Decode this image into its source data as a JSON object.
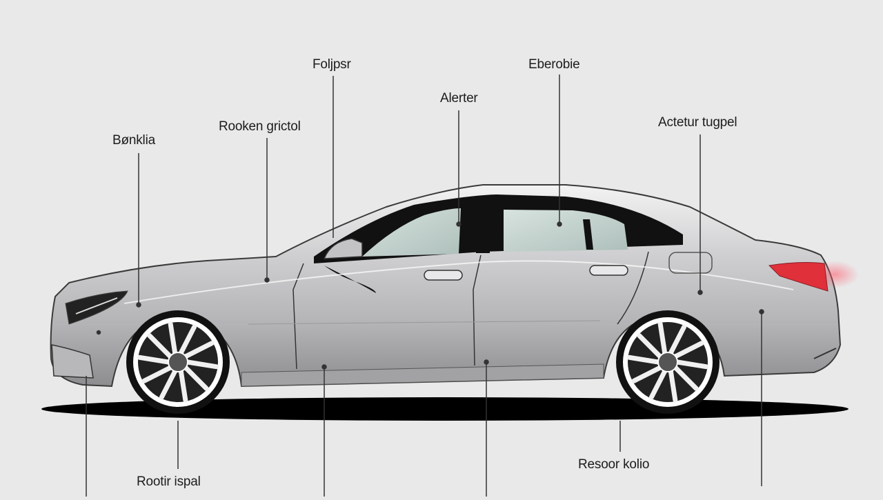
{
  "labels": {
    "foljpsr": "Foljpsr",
    "eberobie": "Eberobie",
    "alerter": "Alerter",
    "rooken_grictol": "Rooken grictol",
    "bonklia": "Bønklia",
    "actetur_tugpel": "Actetur tugpel",
    "rootir_ispal": "Rootir ispal",
    "resoor_kolio": "Resoor kolio"
  },
  "colors": {
    "background": "#e9e9ea",
    "body_silver": "#c4c4c6",
    "glass": "#c9d6d2",
    "taillight": "#e0303a",
    "shadow": "#000000",
    "leader_line": "#333333"
  }
}
